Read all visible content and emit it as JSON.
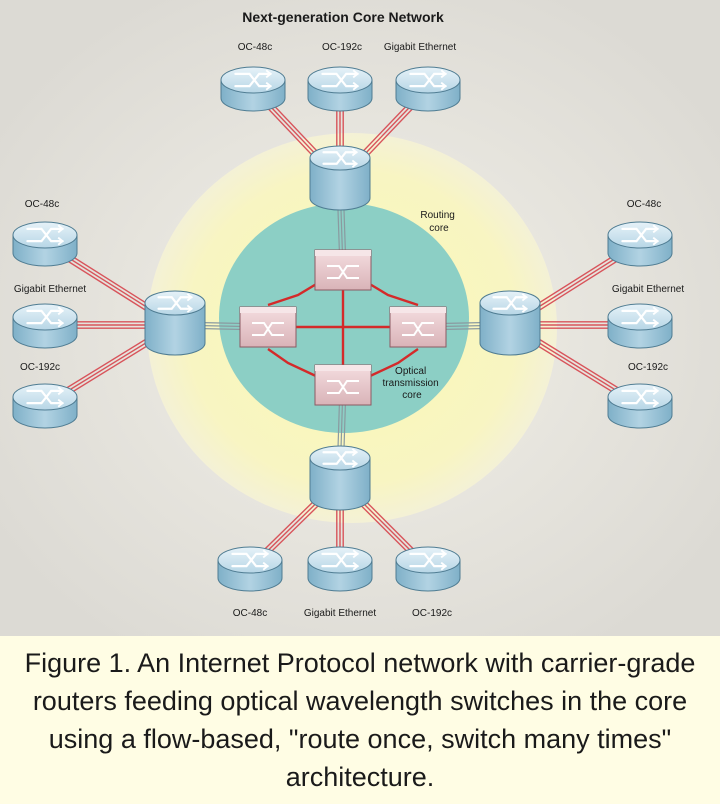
{
  "title": "Next-generation Core Network",
  "zones": {
    "routing_core": [
      "Routing",
      "core"
    ],
    "optical_core": [
      "Optical",
      "transmission",
      "core"
    ]
  },
  "edge_routers": {
    "top": [
      "OC-48c",
      "OC-192c",
      "Gigabit Ethernet"
    ],
    "left": [
      "OC-48c",
      "Gigabit Ethernet",
      "OC-192c"
    ],
    "right": [
      "OC-48c",
      "Gigabit Ethernet",
      "OC-192c"
    ],
    "bottom": [
      "OC-48c",
      "Gigabit Ethernet",
      "OC-192c"
    ]
  },
  "caption": "Figure 1. An Internet Protocol network with carrier-grade routers feeding optical wavelength switches in the core using a flow-based, \"route once, switch many times\" architecture.",
  "colors": {
    "outer_glow": "#fdfbd0",
    "routing_ring": "#f5f3b8",
    "optical_core": "#8dcfc6",
    "router_body": "#a9d0e2",
    "switch_body": "#e8c8cc",
    "link_red": "#d42a2a",
    "background": "#e9e7e2"
  }
}
